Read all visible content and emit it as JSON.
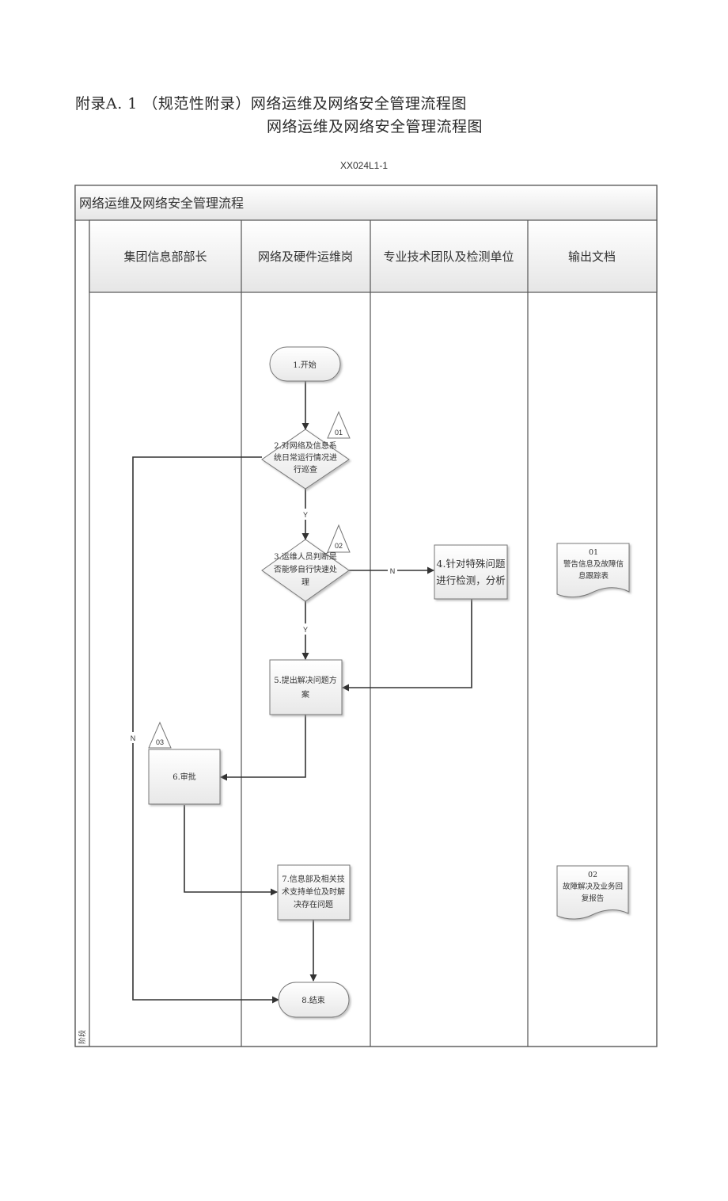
{
  "page": {
    "heading_line1": "附录A. 1 （规范性附录）网络运维及网络安全管理流程图",
    "heading_line2": "网络运维及网络安全管理流程图",
    "code": "XX024L1-1"
  },
  "flowchart": {
    "title": "网络运维及网络安全管理流程",
    "stage_label": "阶段",
    "lanes": [
      "集团信息部部长",
      "网络及硬件运维岗",
      "专业技术团队及检测单位",
      "输出文档"
    ],
    "nodes": {
      "n1": [
        "1.开始"
      ],
      "n2": [
        "2.对网络及信息系",
        "统日常运行情况进",
        "行巡查"
      ],
      "n3": [
        "3.运维人员判断是",
        "否能够自行快速处",
        "理"
      ],
      "n4": [
        "4.针对特殊问题",
        "进行检测，分析"
      ],
      "n5": [
        "5.提出解决问题方",
        "案"
      ],
      "n6": [
        "6.审批"
      ],
      "n7": [
        "7.信息部及相关技",
        "术支持单位及时解",
        "决存在问题"
      ],
      "n8": [
        "8.结束"
      ]
    },
    "markers": {
      "m1": "01",
      "m2": "02",
      "m3": "03"
    },
    "edge_labels": {
      "y1": "Y",
      "y2": "Y",
      "n_right": "N",
      "n_left": "N"
    },
    "documents": {
      "d1": [
        "01",
        "警告信息及故障信",
        "息跟踪表"
      ],
      "d2": [
        "02",
        "故障解决及业务回",
        "复报告"
      ]
    }
  }
}
